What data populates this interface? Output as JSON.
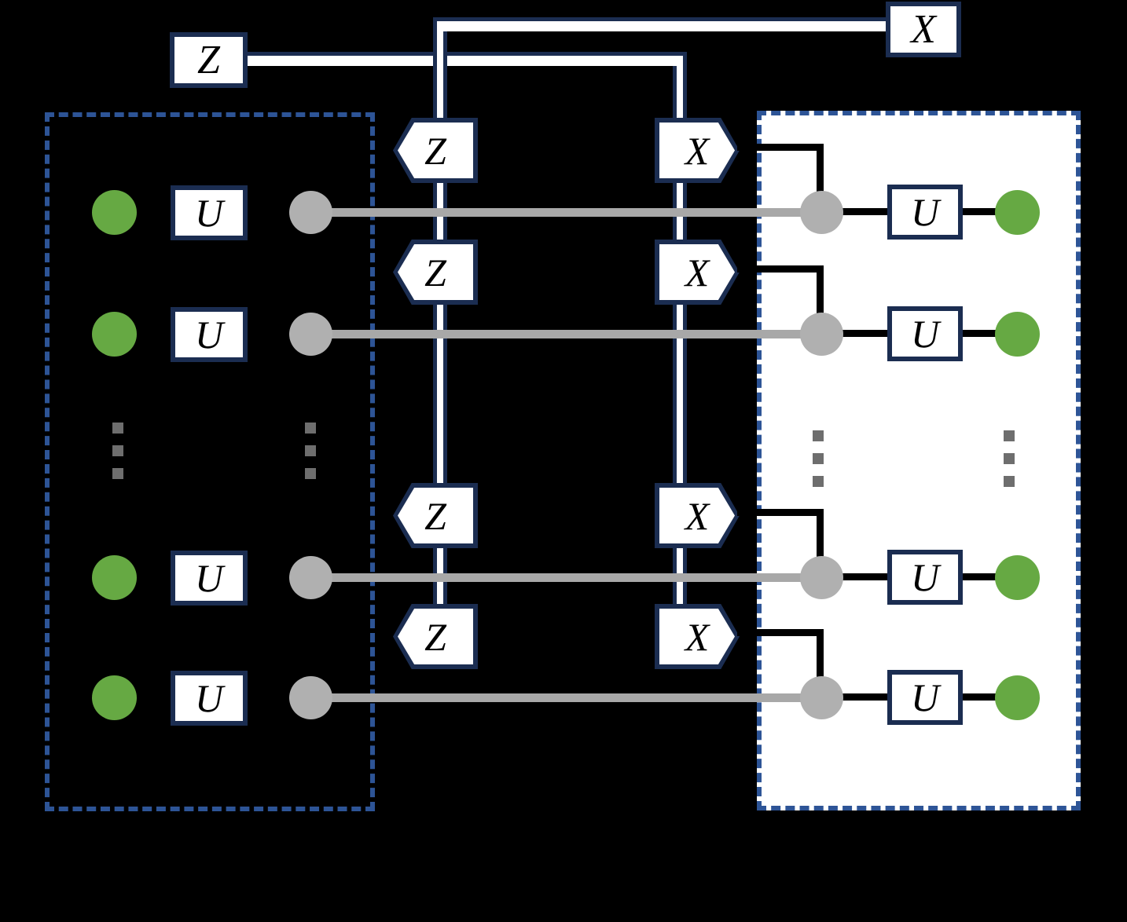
{
  "figure": {
    "type": "quantum-circuit-diagram",
    "background_color": "#000000",
    "accent_color": "#2d5496",
    "gate_border_color": "#1b2d51",
    "green_node_color": "#66a943",
    "gray_node_color": "#b0b0b0",
    "quantum_wire_color": "#a8a8a8"
  },
  "top_feedback": {
    "z_correction_label": "Z",
    "x_correction_label": "X"
  },
  "left_group": {
    "background": "transparent",
    "rows": [
      {
        "input_node": "green-node",
        "gate_label": "U",
        "output_node": "gray-node"
      },
      {
        "input_node": "green-node",
        "gate_label": "U",
        "output_node": "gray-node"
      },
      {
        "input_node": "green-node",
        "gate_label": "U",
        "output_node": "gray-node"
      },
      {
        "input_node": "green-node",
        "gate_label": "U",
        "output_node": "gray-node"
      }
    ],
    "ellipsis": "⋮"
  },
  "measurement_column_z": {
    "gate_label": "Z",
    "count": 4
  },
  "measurement_column_x": {
    "gate_label": "X",
    "count": 4
  },
  "right_group": {
    "background": "#ffffff",
    "rows": [
      {
        "input_node": "gray-node",
        "gate_label": "U",
        "output_node": "green-node"
      },
      {
        "input_node": "gray-node",
        "gate_label": "U",
        "output_node": "green-node"
      },
      {
        "input_node": "gray-node",
        "gate_label": "U",
        "output_node": "green-node"
      },
      {
        "input_node": "gray-node",
        "gate_label": "U",
        "output_node": "green-node"
      }
    ],
    "ellipsis": "⋮"
  }
}
